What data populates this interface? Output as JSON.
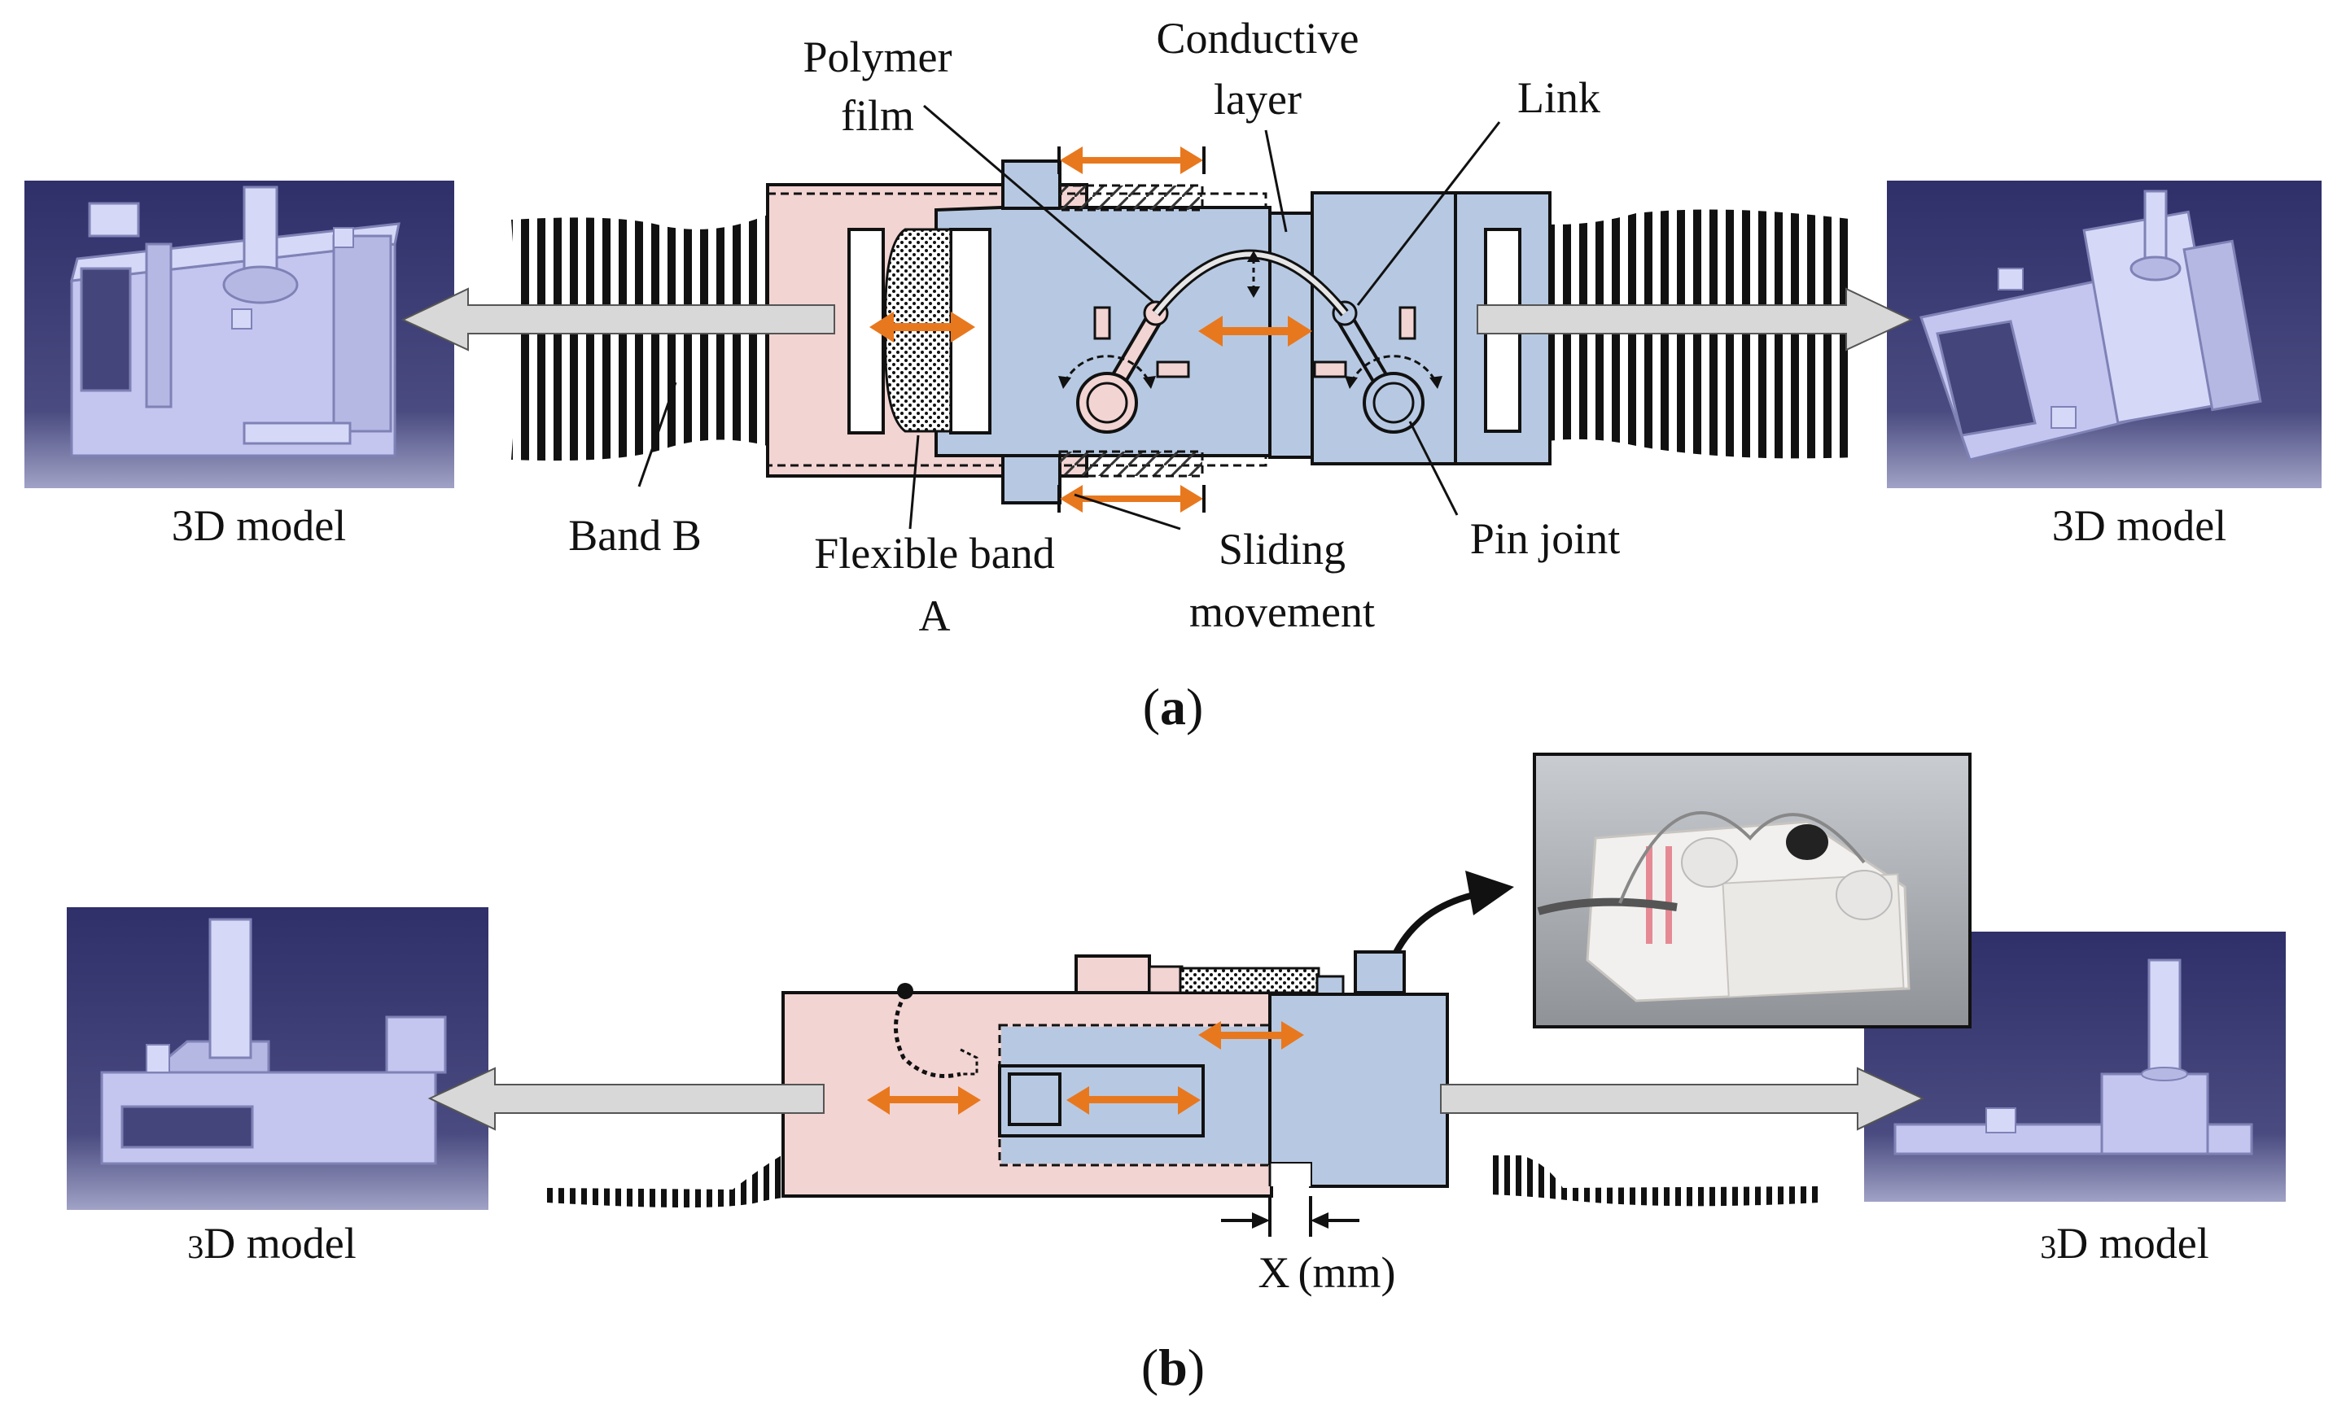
{
  "panel_a": {
    "caption": "a",
    "labels": {
      "polymer_film_1": "Polymer",
      "polymer_film_2": "film",
      "conductive_layer_1": "Conductive",
      "conductive_layer_2": "layer",
      "link": "Link",
      "model_left": "3D model",
      "band_b": "Band B",
      "flexible_band_1": "Flexible band",
      "flexible_band_2": "A",
      "sliding_1": "Sliding",
      "sliding_2": "movement",
      "pin_joint": "Pin joint",
      "model_right": "3D model"
    }
  },
  "panel_b": {
    "caption": "b",
    "labels": {
      "model_left_prefix": "3",
      "model_left_rest": "D model",
      "model_right_prefix": "3",
      "model_right_rest": "D model",
      "x_symbol": "X",
      "x_unit": "(mm)"
    }
  },
  "colors": {
    "pink_body": "#f2d4d2",
    "blue_body": "#b7c9e2",
    "arrow_orange": "#e8781e",
    "arrow_gray": "#d8d8d8",
    "cad_background": "#44457a",
    "cad_part": "#c4c6f0"
  }
}
